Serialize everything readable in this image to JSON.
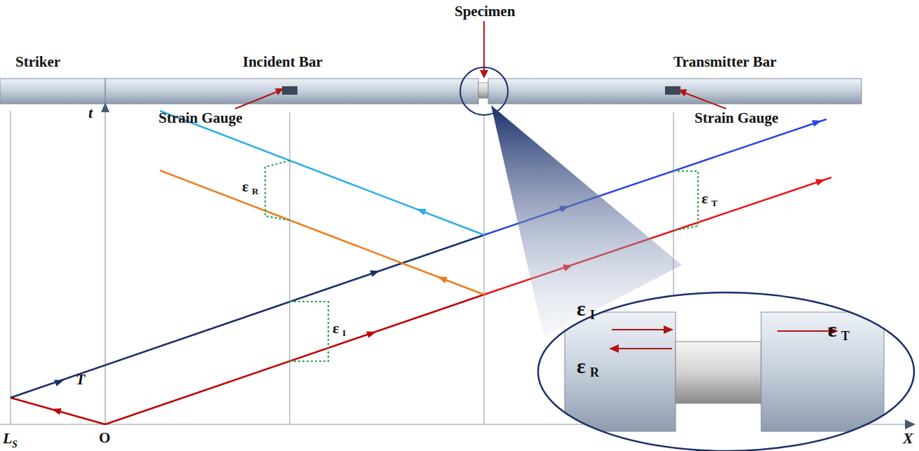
{
  "diagram": {
    "labels": [
      "Specimen",
      "Striker",
      "Incident Bar",
      "Transmitter Bar",
      "Strain Gauge",
      "Strain Gauge",
      "t",
      "T",
      "L",
      "S",
      "O",
      "X",
      "ε",
      "R",
      "ε",
      "T",
      "ε",
      "I",
      "ε",
      "I",
      "ε",
      "R",
      "ε",
      "T"
    ]
  }
}
